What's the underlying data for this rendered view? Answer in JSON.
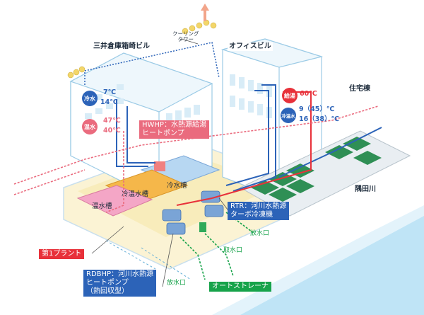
{
  "buildings": {
    "warehouse": "三井倉庫箱崎ビル",
    "office": "オフィスビル",
    "residential": "住宅棟",
    "cooling_tower": "クーリング\nタワー",
    "river": "隅田川",
    "plant": "第1プラント"
  },
  "equipment": {
    "hwhp": "HWHP：水熱源給湯\nヒートポンプ",
    "rtr": "RTR：河川水熱源\nターボ冷凍機",
    "rdbhp": "RDBHP：河川水熱源\nヒートポンプ\n（熱回収型）",
    "strainer": "オートストレーナ"
  },
  "tanks": {
    "cold": "冷水槽",
    "cool_warm": "冷温水槽",
    "warm": "温水槽"
  },
  "river_points": {
    "intake": "取水口",
    "discharge_1": "放水口",
    "discharge_2": "放水口"
  },
  "badges": {
    "chilled": "冷水",
    "hot": "温水",
    "hot_supply": "給湯",
    "cold_warm": "冷温水"
  },
  "temperatures": {
    "chilled_supply": "7℃",
    "chilled_return": "14℃",
    "hot_supply": "47℃",
    "hot_return": "40℃",
    "hot_water_supply": "60℃",
    "cold_warm_supply": "9（45）℃",
    "cold_warm_return": "16（38）℃"
  },
  "colors": {
    "chilled": "#2c63b8",
    "hot": "#e8313a",
    "warm": "#ea6b7e",
    "green": "#17a34a",
    "river": "#bfe4f6",
    "building_line": "#9ccbe6"
  }
}
